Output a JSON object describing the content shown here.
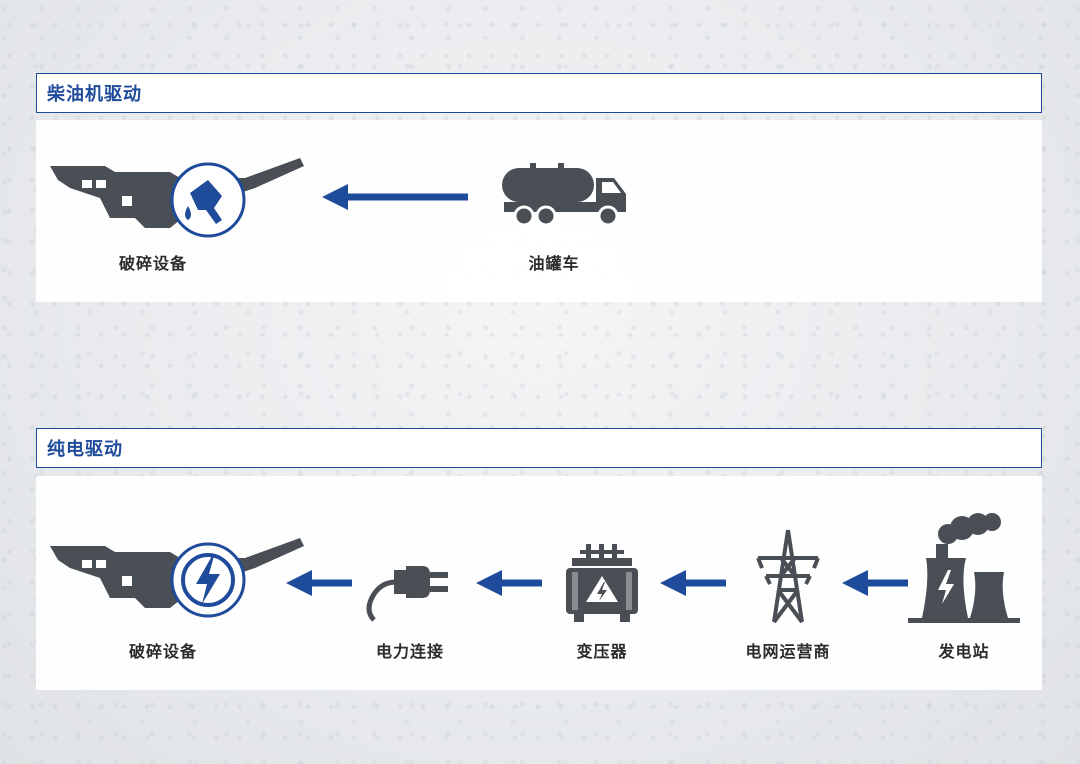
{
  "sections": [
    {
      "title": "柴油机驱动",
      "nodes": [
        {
          "label": "破碎设备",
          "icon": "crusher-fuel-icon"
        },
        {
          "label": "油罐车",
          "icon": "tanker-truck-icon"
        }
      ]
    },
    {
      "title": "纯电驱动",
      "nodes": [
        {
          "label": "破碎设备",
          "icon": "crusher-electric-icon"
        },
        {
          "label": "电力连接",
          "icon": "plug-icon"
        },
        {
          "label": "变压器",
          "icon": "transformer-icon"
        },
        {
          "label": "电网运营商",
          "icon": "power-tower-icon"
        },
        {
          "label": "发电站",
          "icon": "power-plant-icon"
        }
      ]
    }
  ],
  "colors": {
    "accent": "#1f4b9b",
    "icon": "#4a4f55",
    "arrow": "#1f4b9b"
  }
}
